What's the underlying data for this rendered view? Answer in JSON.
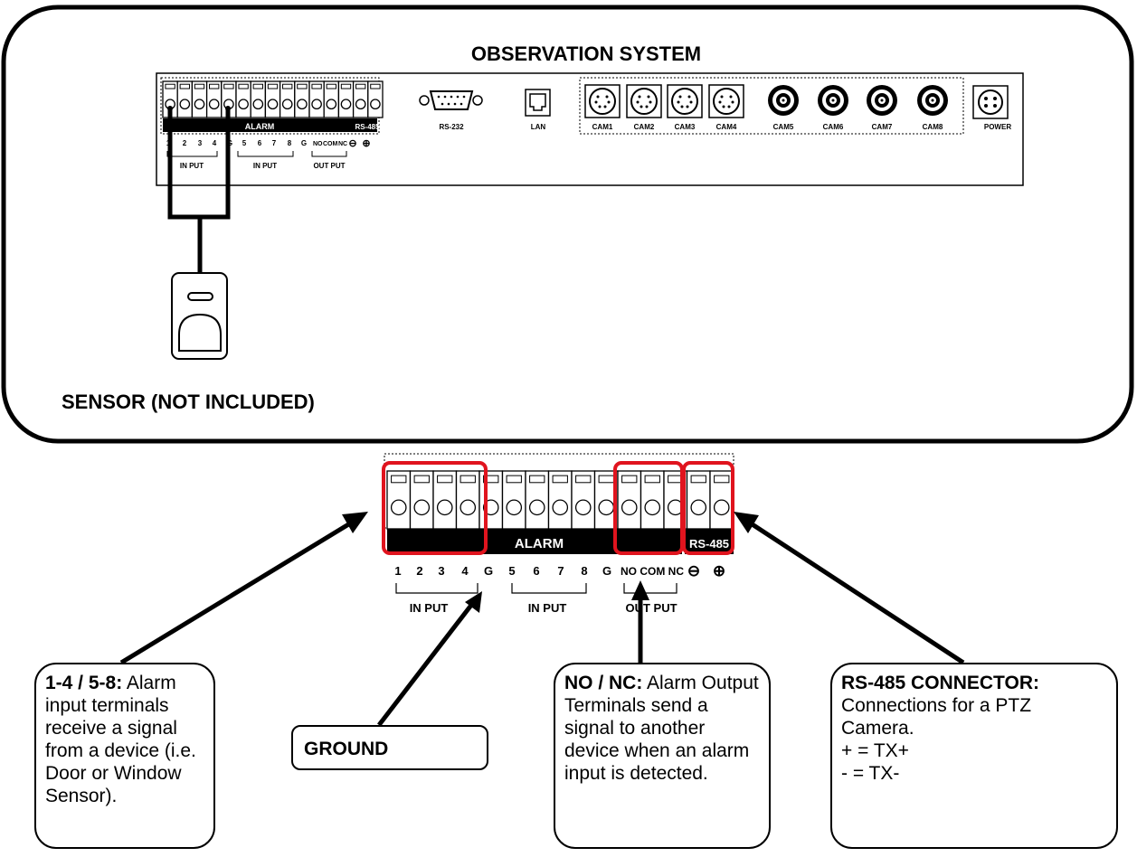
{
  "top_panel": {
    "title": "OBSERVATION SYSTEM",
    "sensor_label": "SENSOR (NOT INCLUDED)"
  },
  "rear_panel": {
    "alarm_label": "ALARM",
    "rs485_label": "RS-485",
    "terminals_group1": [
      "1",
      "2",
      "3",
      "4"
    ],
    "ground": "G",
    "terminals_group2": [
      "5",
      "6",
      "7",
      "8"
    ],
    "ground2": "G",
    "outputs": [
      "NO",
      "COM",
      "NC"
    ],
    "rs_minus": "⊖",
    "rs_plus": "⊕",
    "input_label": "IN PUT",
    "output_label": "OUT PUT",
    "rs232": "RS-232",
    "lan": "LAN",
    "cameras": [
      "CAM1",
      "CAM2",
      "CAM3",
      "CAM4",
      "CAM5",
      "CAM6",
      "CAM7",
      "CAM8"
    ],
    "power": "POWER"
  },
  "zoom_panel": {
    "alarm_label": "ALARM",
    "rs485_label": "RS-485",
    "numbers": [
      "1",
      "2",
      "3",
      "4",
      "G",
      "5",
      "6",
      "7",
      "8",
      "G"
    ],
    "outputs_text": "NO COM NC",
    "minus": "⊖",
    "plus": "⊕",
    "input_label": "IN PUT",
    "output_label": "OUT PUT"
  },
  "callouts": {
    "inputs": {
      "bold": "1-4 / 5-8:",
      "text": " Alarm input terminals receive a signal from a device (i.e. Door or Window Sensor)."
    },
    "ground": {
      "bold": "GROUND",
      "text": ""
    },
    "outputs": {
      "bold": "NO / NC:",
      "text": " Alarm Output Terminals send a signal to another device when an alarm input is detected."
    },
    "rs485": {
      "bold": "RS-485 CONNECTOR:",
      "text": " Connections for a PTZ Camera.",
      "line2": "+ = TX+",
      "line3": "- = TX-"
    }
  },
  "colors": {
    "highlight": "#e0141e",
    "outline": "#000000"
  }
}
